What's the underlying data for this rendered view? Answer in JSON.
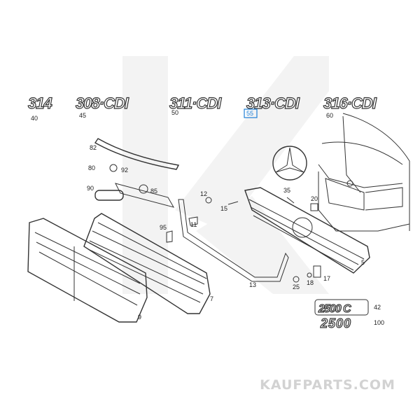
{
  "watermark": {
    "text": "KAUFPARTS.COM",
    "color": "#d2d2d2"
  },
  "highlight_color": "#1e7fd6",
  "model_badges": [
    {
      "badge": "314",
      "ref": "40"
    },
    {
      "badge": "308·CDI",
      "ref": "45"
    },
    {
      "badge": "311·CDI",
      "ref": "50"
    },
    {
      "badge": "313·CDI",
      "ref": "55",
      "highlighted": true
    },
    {
      "badge": "316·CDI",
      "ref": "60"
    }
  ],
  "parts": {
    "p82": "82",
    "p80": "80",
    "p92": "92",
    "p90": "90",
    "p85": "85",
    "p12": "12",
    "p15": "15",
    "p11": "11",
    "p95": "95",
    "p35": "35",
    "p20": "20",
    "p5": "5",
    "p13": "13",
    "p25": "25",
    "p18": "18",
    "p17": "17",
    "p7": "7",
    "p9": "9"
  },
  "emblems": [
    {
      "text": "2500 C",
      "ref": "42"
    },
    {
      "text": "2500",
      "ref": "100"
    }
  ]
}
